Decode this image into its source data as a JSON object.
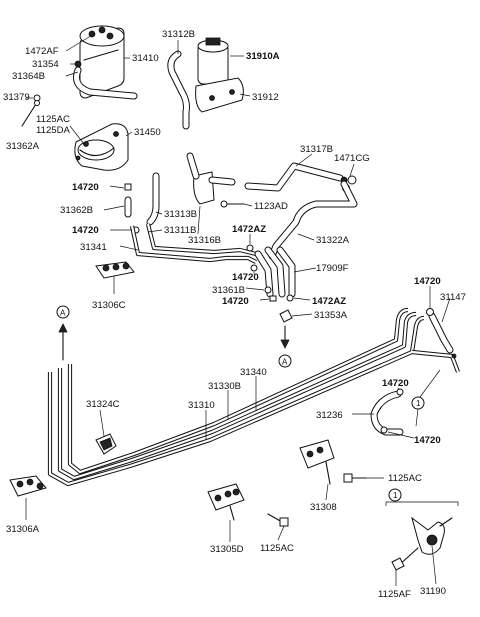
{
  "callouts": {
    "p1472AF": "1472AF",
    "p31354": "31354",
    "p31364B": "31364B",
    "p31379": "31379",
    "p31410": "31410",
    "p31312B": "31312B",
    "p31910A": "31910A",
    "p31912": "31912",
    "p1125AC_a": "1125AC",
    "p1125DA": "1125DA",
    "p31362A": "31362A",
    "p31450": "31450",
    "p31317B": "31317B",
    "p1471CG": "1471CG",
    "p14720_1": "14720",
    "p31362B": "31362B",
    "p31313B": "31313B",
    "p1123AD": "1123AD",
    "p14720_2": "14720",
    "p31311B": "31311B",
    "p31316B": "31316B",
    "p1472AZ_1": "1472AZ",
    "p31322A": "31322A",
    "p31341": "31341",
    "p14720_3": "14720",
    "p17909F": "17909F",
    "p31361B": "31361B",
    "p14720_4": "14720",
    "p1472AZ_2": "1472AZ",
    "p31306C": "31306C",
    "p31353A": "31353A",
    "p14720_5": "14720",
    "p31147": "31147",
    "p31340": "31340",
    "p31330B": "31330B",
    "p31310": "31310",
    "p31324C": "31324C",
    "p14720_6": "14720",
    "p31236": "31236",
    "p14720_7": "14720",
    "p1125AC_b": "1125AC",
    "p31308": "31308",
    "p31306A": "31306A",
    "p31305D": "31305D",
    "p1125AC_c": "1125AC",
    "p1125AF": "1125AF",
    "p31190": "31190"
  },
  "markers": {
    "arrow_a_top": "A",
    "arrow_a_bottom": "A",
    "circle_1_main": "1",
    "circle_1_detail": "1"
  }
}
